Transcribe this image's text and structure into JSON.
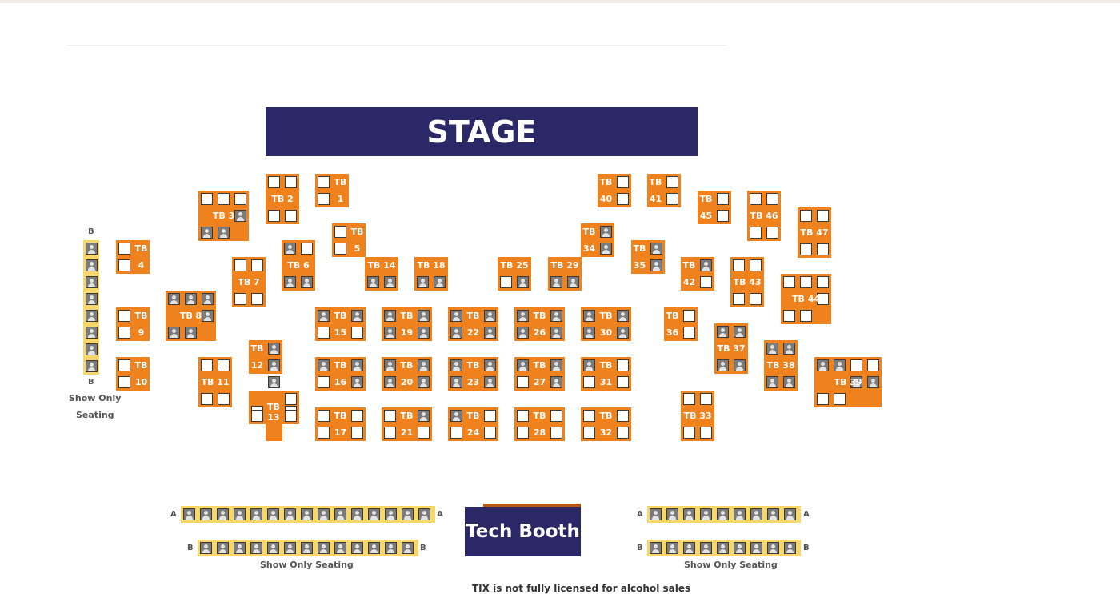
{
  "stage_label": "STAGE",
  "tech_booth_label": "Tech Booth",
  "show_only_label": "Show Only Seating",
  "left_show_only": {
    "top_letter": "B",
    "bottom_letter": "B",
    "line1": "Show Only",
    "line2": "Seating"
  },
  "bottom_rows": {
    "left_row_a_letter": "A",
    "left_row_b_letter": "B",
    "right_row_a_letter": "A",
    "right_row_b_letter": "B"
  },
  "footnote": "TIX is not fully licensed for alcohol sales",
  "tables": [
    {
      "id": "tb2",
      "lines": [
        "TB 2"
      ],
      "seats": "oo..oo"
    },
    {
      "id": "tb1",
      "lines": [
        "TB",
        "1"
      ],
      "seats": "o.o."
    },
    {
      "id": "tb3",
      "lines": [
        "TB 3"
      ],
      "seats": "ooo..xxx"
    },
    {
      "id": "tb4",
      "lines": [
        "TB",
        "4"
      ],
      "seats": "o.o."
    },
    {
      "id": "tb5",
      "lines": [
        "TB",
        "5"
      ],
      "seats": "o.o."
    },
    {
      "id": "tb6",
      "lines": [
        "TB 6"
      ],
      "seats": "xo..xx"
    },
    {
      "id": "tb7",
      "lines": [
        "TB 7"
      ],
      "seats": "oo..oo"
    },
    {
      "id": "tb8",
      "lines": [
        "TB 8"
      ],
      "seats": "xxx..xxx"
    },
    {
      "id": "tb9",
      "lines": [
        "TB",
        "9"
      ],
      "seats": "o.o."
    },
    {
      "id": "tb10",
      "lines": [
        "TB",
        "10"
      ],
      "seats": "o.o."
    },
    {
      "id": "tb11",
      "lines": [
        "TB 11"
      ],
      "seats": "oo..oo"
    },
    {
      "id": "tb12",
      "lines": [
        "TB",
        "12"
      ],
      "seats": ".xxx"
    },
    {
      "id": "tb13",
      "lines": [
        "TB",
        "13"
      ],
      "seats": "oo"
    },
    {
      "id": "tb14",
      "lines": [
        "TB 14"
      ],
      "seats": "xx"
    },
    {
      "id": "tb18",
      "lines": [
        "TB 18"
      ],
      "seats": "xx"
    },
    {
      "id": "tb25",
      "lines": [
        "TB 25"
      ],
      "seats": "ox"
    },
    {
      "id": "tb29",
      "lines": [
        "TB 29"
      ],
      "seats": "xx"
    },
    {
      "id": "tb15",
      "lines": [
        "TB",
        "15"
      ],
      "seats": "xxoo"
    },
    {
      "id": "tb16",
      "lines": [
        "TB",
        "16"
      ],
      "seats": "xxox"
    },
    {
      "id": "tb17",
      "lines": [
        "TB",
        "17"
      ],
      "seats": "oooo"
    },
    {
      "id": "tb19",
      "lines": [
        "TB",
        "19"
      ],
      "seats": "xxxx"
    },
    {
      "id": "tb20",
      "lines": [
        "TB",
        "20"
      ],
      "seats": "xxxx"
    },
    {
      "id": "tb21",
      "lines": [
        "TB",
        "21"
      ],
      "seats": "oxoo"
    },
    {
      "id": "tb22",
      "lines": [
        "TB",
        "22"
      ],
      "seats": "xxxx"
    },
    {
      "id": "tb23",
      "lines": [
        "TB",
        "23"
      ],
      "seats": "xxxx"
    },
    {
      "id": "tb24",
      "lines": [
        "TB",
        "24"
      ],
      "seats": "xooo"
    },
    {
      "id": "tb26",
      "lines": [
        "TB",
        "26"
      ],
      "seats": "xxxx"
    },
    {
      "id": "tb27",
      "lines": [
        "TB",
        "27"
      ],
      "seats": "xxox"
    },
    {
      "id": "tb28",
      "lines": [
        "TB",
        "28"
      ],
      "seats": "oooo"
    },
    {
      "id": "tb30",
      "lines": [
        "TB",
        "30"
      ],
      "seats": "xxxx"
    },
    {
      "id": "tb31",
      "lines": [
        "TB",
        "31"
      ],
      "seats": "xooo"
    },
    {
      "id": "tb32",
      "lines": [
        "TB",
        "32"
      ],
      "seats": "oooo"
    },
    {
      "id": "tb34",
      "lines": [
        "TB",
        "34"
      ],
      "seats": ".x.x"
    },
    {
      "id": "tb35",
      "lines": [
        "TB",
        "35"
      ],
      "seats": ".x.x"
    },
    {
      "id": "tb36",
      "lines": [
        "TB",
        "36"
      ],
      "seats": ".o.o"
    },
    {
      "id": "tb40",
      "lines": [
        "TB",
        "40"
      ],
      "seats": ".o.o"
    },
    {
      "id": "tb41",
      "lines": [
        "TB",
        "41"
      ],
      "seats": ".o.o"
    },
    {
      "id": "tb42",
      "lines": [
        "TB",
        "42"
      ],
      "seats": ".x.o"
    },
    {
      "id": "tb45",
      "lines": [
        "TB",
        "45"
      ],
      "seats": ".o.o"
    },
    {
      "id": "tb46",
      "lines": [
        "TB 46"
      ],
      "seats": "oo..oo"
    },
    {
      "id": "tb47",
      "lines": [
        "TB 47"
      ],
      "seats": "oo..oo"
    },
    {
      "id": "tb43",
      "lines": [
        "TB 43"
      ],
      "seats": "oo..oo"
    },
    {
      "id": "tb44",
      "lines": [
        "TB 44"
      ],
      "seats": "ooo..ooo"
    },
    {
      "id": "tb37",
      "lines": [
        "TB 37"
      ],
      "seats": "xx..xx"
    },
    {
      "id": "tb38",
      "lines": [
        "TB 38"
      ],
      "seats": "xx..xx"
    },
    {
      "id": "tb39",
      "lines": [
        "TB 39"
      ],
      "seats": "xxoo..xxoo"
    },
    {
      "id": "tb33",
      "lines": [
        "TB 33"
      ],
      "seats": "oo..oo"
    }
  ]
}
